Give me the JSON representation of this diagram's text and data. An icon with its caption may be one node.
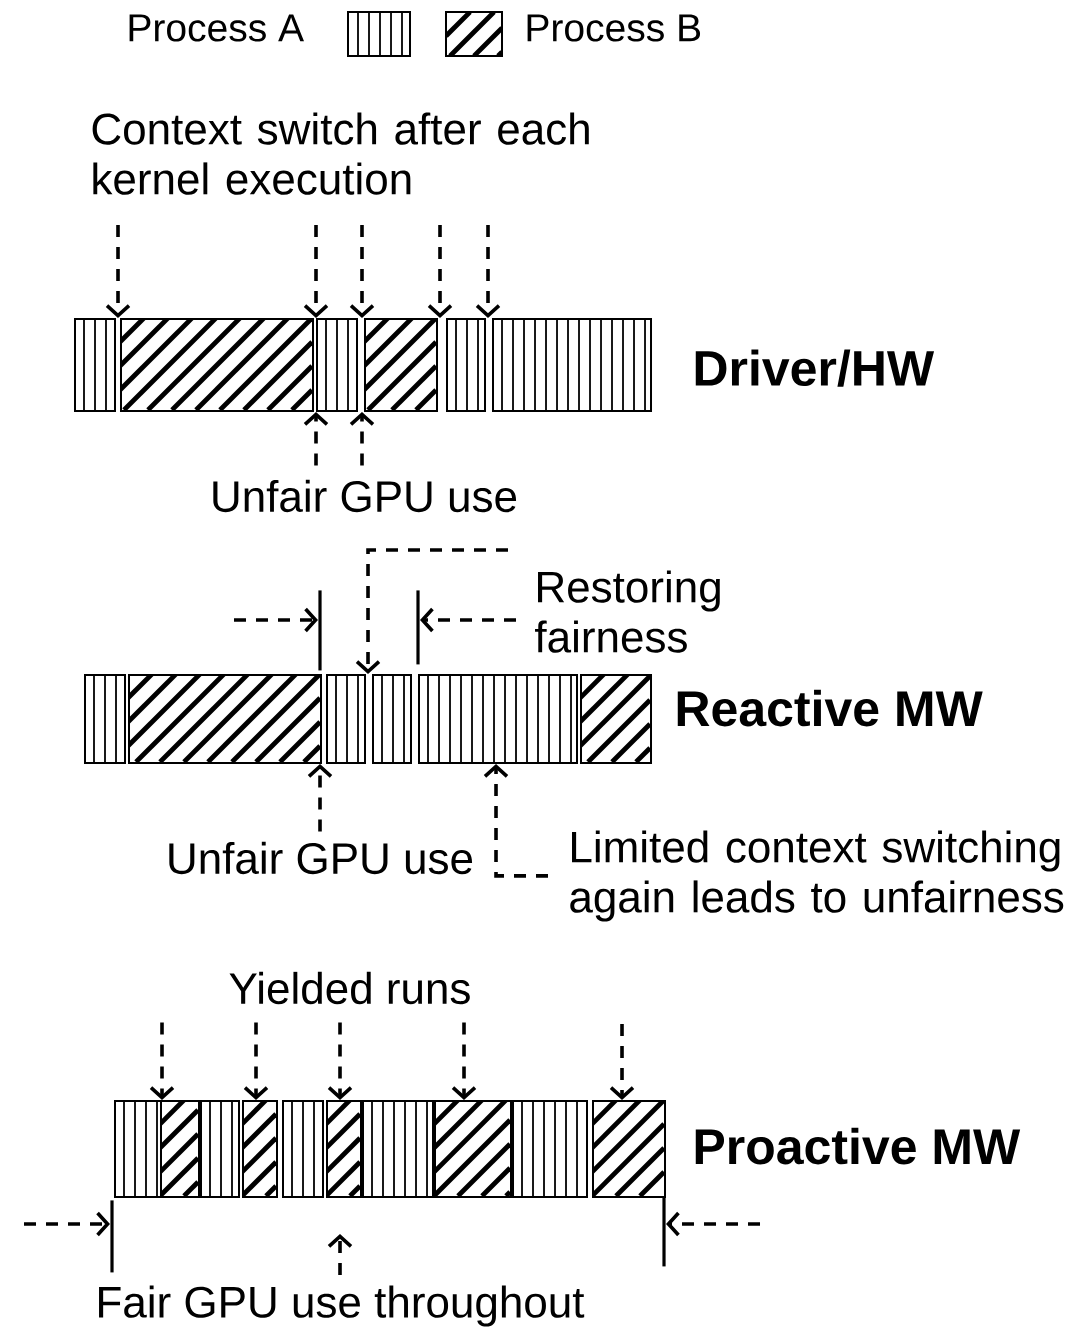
{
  "diagram": {
    "nodes": [
      {
        "text": [
          "Context switch after each kernel execution"
        ]
      },
      {
        "text": [],
        "shape": "bar"
      },
      {
        "text": [],
        "shape": "bar"
      },
      {
        "text": [],
        "shape": "bar"
      },
      {
        "text": [],
        "shape": "bar"
      },
      {
        "text": [],
        "shape": "bar"
      },
      {
        "text": [],
        "shape": "bar"
      },
      {
        "text": [
          "Unfair GPU use"
        ]
      },
      {
        "text": [
          "Restoring fairness"
        ]
      },
      {
        "text": [],
        "shape": "bar"
      },
      {
        "text": [],
        "shape": "bar"
      },
      {
        "text": [],
        "shape": "bar"
      },
      {
        "text": [],
        "shape": "bar"
      },
      {
        "text": [],
        "shape": "bar"
      },
      {
        "text": [],
        "shape": "bar"
      },
      {
        "text": [
          "Unfair GPU use"
        ]
      },
      {
        "text": [
          "Limited context switching again leads to unfairness"
        ]
      },
      {
        "text": [
          "Yielded runs"
        ]
      },
      {
        "text": [],
        "shape": "bar"
      },
      {
        "text": [],
        "shape": "bar"
      },
      {
        "text": [],
        "shape": "bar"
      },
      {
        "text": [],
        "shape": "bar"
      },
      {
        "text": [],
        "shape": "bar"
      },
      {
        "text": [],
        "shape": "bar"
      },
      {
        "text": [],
        "shape": "bar"
      },
      {
        "text": [],
        "shape": "bar"
      },
      {
        "text": [],
        "shape": "bar"
      },
      {
        "text": [],
        "shape": "bar"
      },
      {
        "text": [
          "Fair GPU use throughout"
        ]
      },
      {
        "text": [],
        "shape": "line"
      },
      {
        "text": [],
        "shape": "line"
      },
      {
        "text": [],
        "shape": "line"
      },
      {
        "text": [],
        "shape": "line"
      }
    ],
    "edges": [
      {
        "from": 0,
        "to": 2,
        "arrow": "to",
        "style": "dashed"
      },
      {
        "from": 0,
        "to": 3,
        "arrow": "to",
        "style": "dashed"
      },
      {
        "from": 0,
        "to": 4,
        "arrow": "to",
        "style": "dashed"
      },
      {
        "from": 0,
        "to": 5,
        "arrow": "to",
        "style": "dashed"
      },
      {
        "from": 0,
        "to": 6,
        "arrow": "to",
        "style": "dashed"
      },
      {
        "from": 7,
        "to": 3,
        "arrow": "to",
        "style": "dashed"
      },
      {
        "from": 7,
        "to": 4,
        "arrow": "to",
        "style": "dashed"
      },
      {
        "from": null,
        "to": 29,
        "arrow": "to",
        "style": "dashed"
      },
      {
        "from": 8,
        "to": 30,
        "arrow": "to",
        "style": "dashed"
      },
      {
        "from": 8,
        "to": 11,
        "arrow": "to",
        "style": "dashed"
      },
      {
        "from": 15,
        "to": 10,
        "arrow": "to",
        "style": "dashed"
      },
      {
        "from": 16,
        "to": 13,
        "arrow": "to",
        "style": "dashed"
      },
      {
        "from": 17,
        "to": 19,
        "arrow": "to",
        "style": "dashed"
      },
      {
        "from": 17,
        "to": 21,
        "arrow": "to",
        "style": "dashed"
      },
      {
        "from": 17,
        "to": 23,
        "arrow": "to",
        "style": "dashed"
      },
      {
        "from": 17,
        "to": 25,
        "arrow": "to",
        "style": "dashed"
      },
      {
        "from": null,
        "to": 27,
        "arrow": "to",
        "style": "dashed"
      },
      {
        "from": null,
        "to": 31,
        "arrow": "to",
        "style": "dashed"
      },
      {
        "from": null,
        "to": 32,
        "arrow": "to",
        "style": "dashed"
      },
      {
        "from": 28,
        "to": null,
        "arrow": "to",
        "style": "dashed"
      }
    ],
    "labels": [
      "Driver/HW",
      "Reactive MW",
      "Proactive MW"
    ],
    "legend": [
      {
        "text": "Process A"
      },
      {
        "text": "Process B"
      }
    ]
  }
}
